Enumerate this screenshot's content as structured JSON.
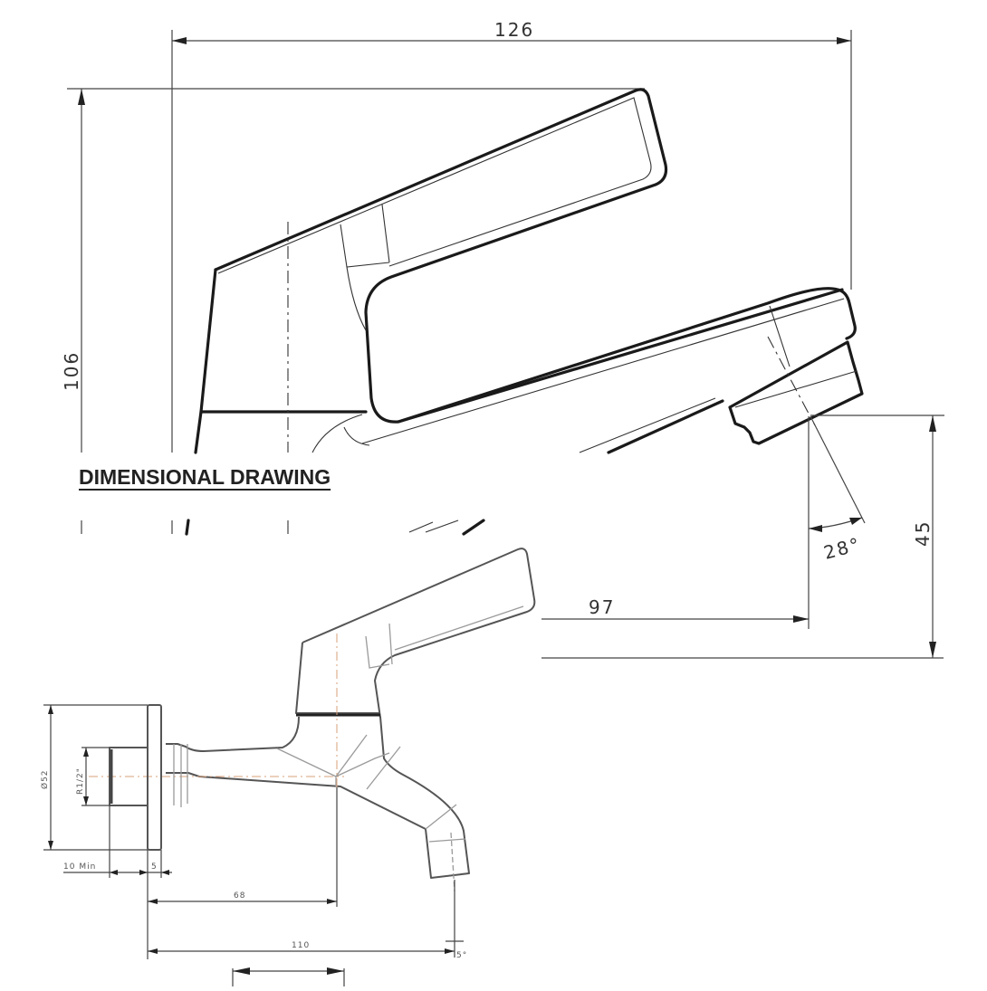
{
  "title": "DIMENSIONAL DRAWING",
  "top_view": {
    "dimensions": {
      "overall_width": "126",
      "overall_height": "106",
      "spout_projection": "97",
      "outlet_height": "45",
      "outlet_angle": "28°"
    }
  },
  "bottom_view": {
    "dimensions": {
      "flange_diameter": "Ø52",
      "thread_size": "R1/2\"",
      "thread_length": "10 Min",
      "flange_thickness": "5",
      "centre_distance": "68",
      "spout_reach": "110",
      "outlet_angle": "5°"
    }
  },
  "colors": {
    "line": "#1a1a1a",
    "dimension": "#444444",
    "hidden_line": "#9a9a9a",
    "centre_line_orange": "#d9a07a",
    "background": "#ffffff"
  }
}
